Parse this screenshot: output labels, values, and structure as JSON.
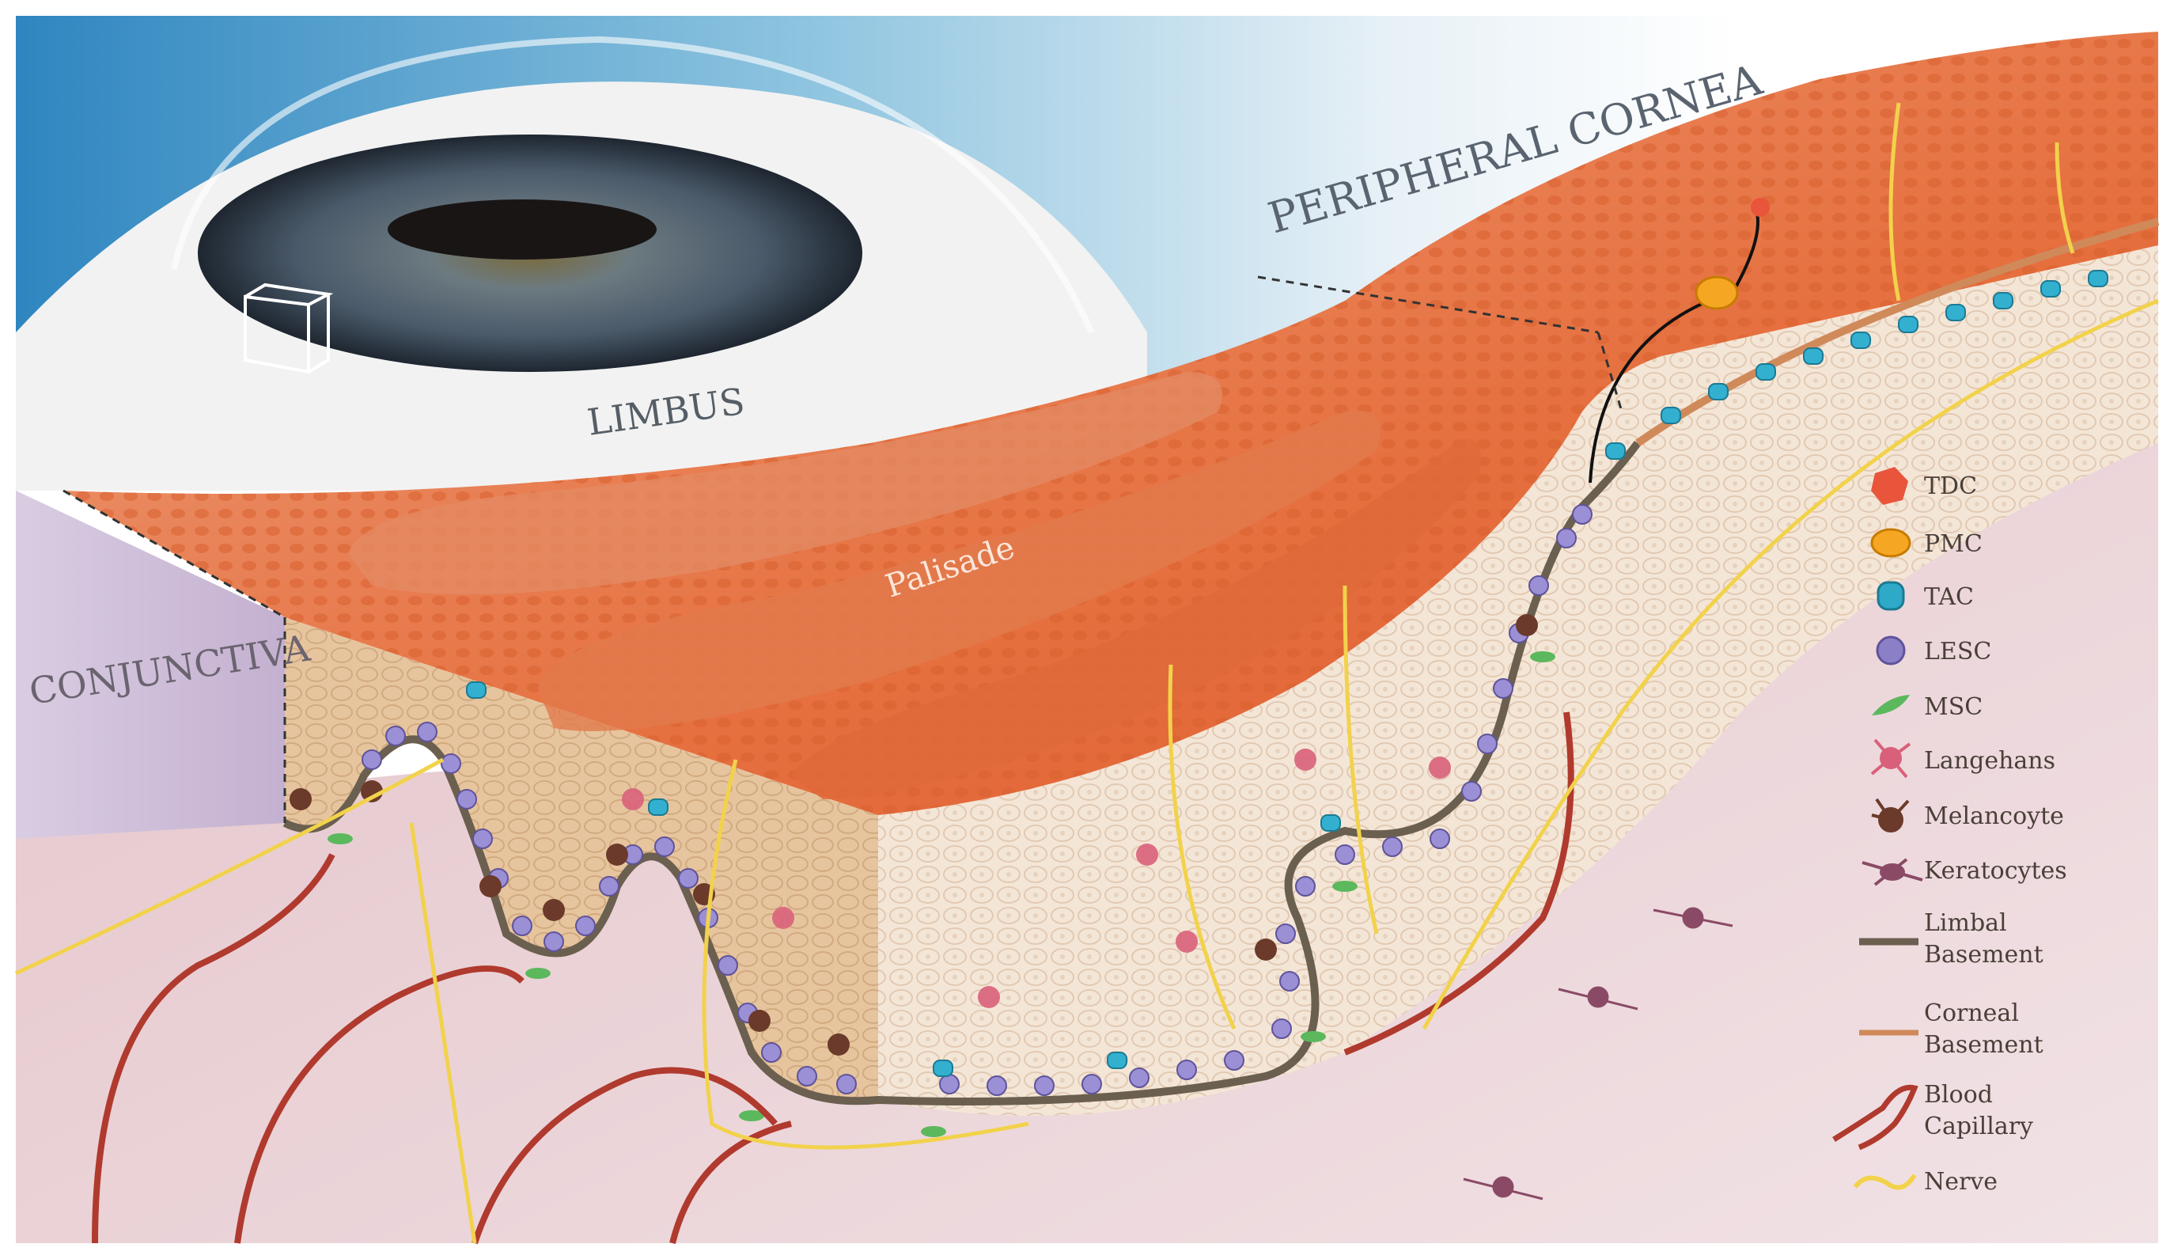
{
  "labels": {
    "peripheral_cornea": "PERIPHERAL CORNEA",
    "limbus": "LIMBUS",
    "palisade": "Palisade",
    "conjunctiva": "CONJUNCTIVA"
  },
  "legend": {
    "items": [
      {
        "key": "tdc",
        "label": "TDC",
        "icon": "tdc-cell-icon",
        "color": "#e8553b"
      },
      {
        "key": "pmc",
        "label": "PMC",
        "icon": "pmc-cell-icon",
        "color": "#f5a623"
      },
      {
        "key": "tac",
        "label": "TAC",
        "icon": "tac-cell-icon",
        "color": "#2fa9c8"
      },
      {
        "key": "lesc",
        "label": "LESC",
        "icon": "lesc-cell-icon",
        "color": "#8b7fc8"
      },
      {
        "key": "msc",
        "label": "MSC",
        "icon": "msc-cell-icon",
        "color": "#5cb85c"
      },
      {
        "key": "langerhans",
        "label": "Langehans",
        "icon": "langerhans-cell-icon",
        "color": "#d9607a"
      },
      {
        "key": "melanocyte",
        "label": "Melancoyte",
        "icon": "melanocyte-cell-icon",
        "color": "#6b3a2a"
      },
      {
        "key": "keratocytes",
        "label": "Keratocytes",
        "icon": "keratocyte-cell-icon",
        "color": "#8a4a66"
      },
      {
        "key": "limbal_basement",
        "line1": "Limbal",
        "line2": "Basement",
        "icon": "limbal-basement-line-icon",
        "color": "#6b5f4f"
      },
      {
        "key": "corneal_basement",
        "line1": "Corneal",
        "line2": "Basement",
        "icon": "corneal-basement-line-icon",
        "color": "#d08a5a"
      },
      {
        "key": "blood_capillary",
        "line1": "Blood",
        "line2": "Capillary",
        "icon": "blood-capillary-icon",
        "color": "#b03a2e"
      },
      {
        "key": "nerve",
        "label": "Nerve",
        "icon": "nerve-line-icon",
        "color": "#f2d24b"
      }
    ]
  },
  "colors": {
    "sky": "#3a8fbf",
    "epithelium": "#e8744e",
    "stroma": "#f3e4d6",
    "sclera": "#e9d0d6",
    "conjunctiva": "#c9b6d3"
  }
}
